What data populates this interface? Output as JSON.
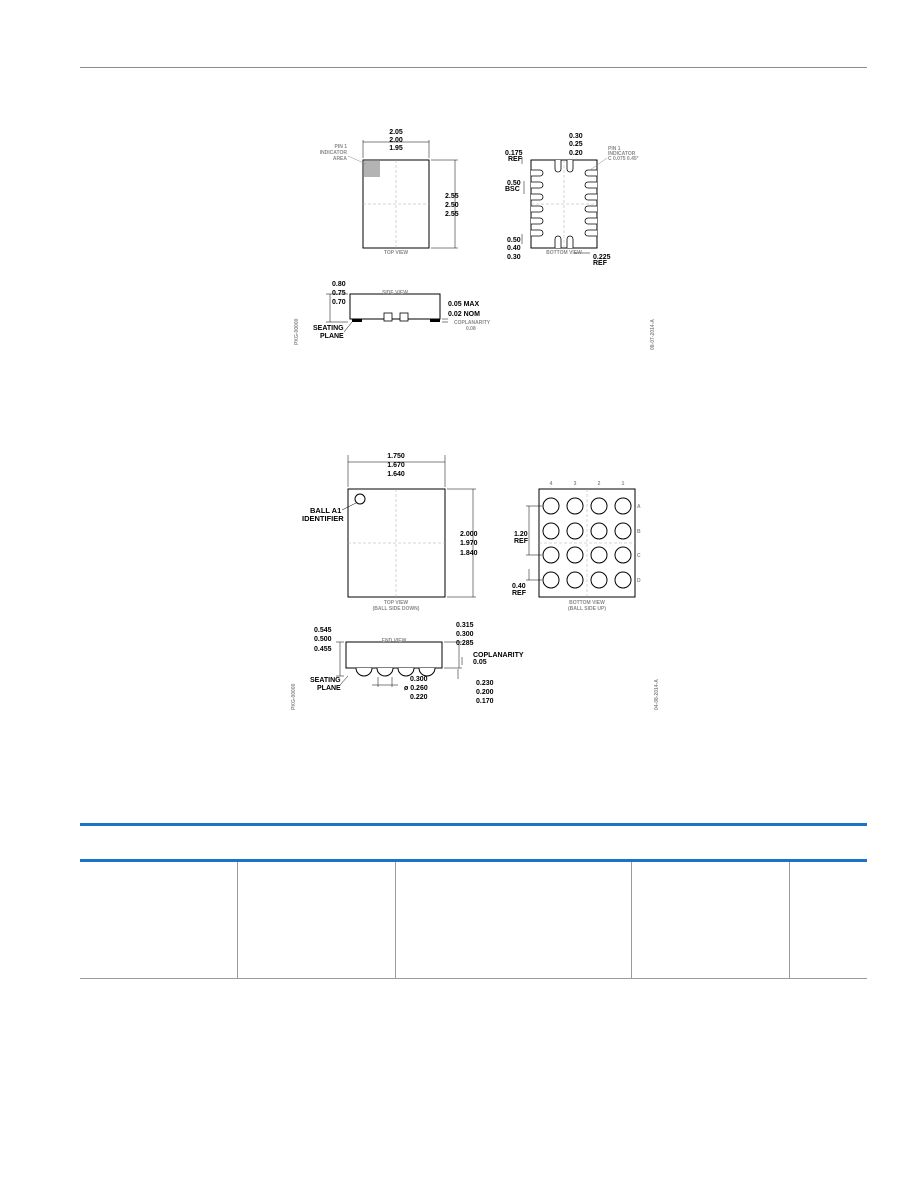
{
  "fig1": {
    "top": {
      "width_max": "2.05",
      "width_nom": "2.00",
      "width_min": "1.95",
      "height_max": "2.55",
      "height_nom": "2.50",
      "height_min": "2.55",
      "pin1_label_1": "PIN 1",
      "pin1_label_2": "INDICATOR",
      "pin1_label_3": "AREA",
      "caption": "TOP VIEW"
    },
    "bottom": {
      "pad_max": "0.30",
      "pad_nom": "0.25",
      "pad_min": "0.20",
      "ref_val": "0.175",
      "ref": "REF",
      "pitch": "0.50",
      "bsc": "BSC",
      "len_max": "0.50",
      "len_nom": "0.40",
      "len_min": "0.30",
      "ref2_val": "0.225",
      "ref2": "REF",
      "pin1_label_1": "PIN 1",
      "pin1_label_2": "INDICATOR",
      "pin1_label_3": "C 0.075 0.45°",
      "caption": "BOTTOM VIEW"
    },
    "side": {
      "caption": "SIDE VIEW",
      "h_max": "0.80",
      "h_nom": "0.75",
      "h_min": "0.70",
      "max_val": "0.05 MAX",
      "nom_val": "0.02 NOM",
      "cop": "COPLANARITY",
      "cop_val": "0.08",
      "seating_1": "SEATING",
      "seating_2": "PLANE",
      "code_left": "PKG-00000",
      "code_right": "08-07-2014-A"
    }
  },
  "fig2": {
    "top": {
      "width_max": "1.750",
      "width_nom": "1.670",
      "width_min": "1.640",
      "height_max": "2.000",
      "height_nom": "1.970",
      "height_min": "1.840",
      "ball_label_1": "BALL A1",
      "ball_label_2": "IDENTIFIER",
      "caption_1": "TOP VIEW",
      "caption_2": "(BALL SIDE DOWN)"
    },
    "bottom": {
      "cols": [
        "4",
        "3",
        "2",
        "1"
      ],
      "rows": [
        "A",
        "B",
        "C",
        "D"
      ],
      "ref1_val": "1.20",
      "ref1": "REF",
      "ref2_val": "0.40",
      "ref2": "REF",
      "caption_1": "BOTTOM VIEW",
      "caption_2": "(BALL SIDE UP)"
    },
    "end": {
      "caption": "END VIEW",
      "h_max": "0.545",
      "h_nom": "0.500",
      "h_min": "0.455",
      "b_max": "0.315",
      "b_nom": "0.300",
      "b_min": "0.285",
      "cop": "COPLANARITY",
      "cop_val": "0.05",
      "ball_max": "0.300",
      "ball_nom": "ø 0.260",
      "ball_min": "0.220",
      "st_max": "0.230",
      "st_nom": "0.200",
      "st_min": "0.170",
      "seating_1": "SEATING",
      "seating_2": "PLANE",
      "code_left": "PKG-00000",
      "code_right": "04-08-2014-A"
    }
  }
}
